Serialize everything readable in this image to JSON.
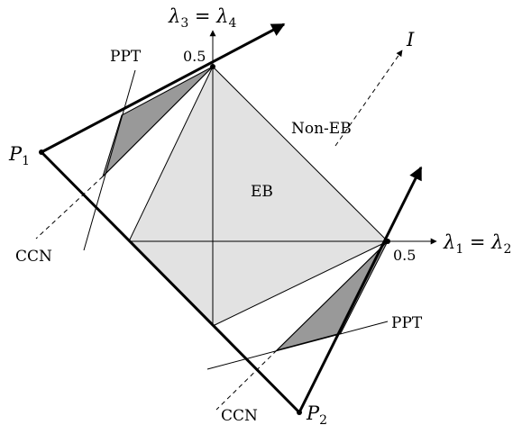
{
  "labels": {
    "axis_vertical": {
      "lhs": "λ",
      "lhs_sub": "3",
      "eq": " = λ",
      "rhs_sub": "4"
    },
    "axis_horizontal": {
      "lhs": "λ",
      "lhs_sub": "1",
      "eq": " = λ",
      "rhs_sub": "2"
    },
    "identity": "I",
    "tick_vertical": "0.5",
    "tick_horizontal": "0.5",
    "ppt_upper": "PPT",
    "ppt_lower": "PPT",
    "ccn_upper": "CCN",
    "ccn_lower": "CCN",
    "non_eb": "Non-EB",
    "eb": "EB",
    "p1": {
      "main": "P",
      "sub": "1"
    },
    "p2": {
      "main": "P",
      "sub": "2"
    }
  },
  "colors": {
    "eb_fill": "#e2e2e2",
    "ppt_fill": "#999999",
    "stroke": "#000000"
  }
}
